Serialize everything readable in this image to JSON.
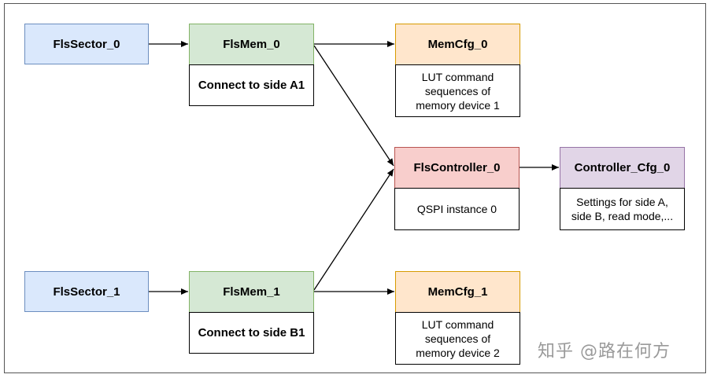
{
  "nodes": {
    "fls_sector_0": "FlsSector_0",
    "fls_mem_0": "FlsMem_0",
    "fls_mem_0_body": "Connect to side A1",
    "mem_cfg_0": "MemCfg_0",
    "mem_cfg_0_body": [
      "LUT command",
      "sequences of",
      "memory device 1"
    ],
    "fls_controller_0": "FlsController_0",
    "fls_controller_0_body": "QSPI instance 0",
    "controller_cfg_0": "Controller_Cfg_0",
    "controller_cfg_0_body": [
      "Settings for side A,",
      "side B, read mode,..."
    ],
    "fls_sector_1": "FlsSector_1",
    "fls_mem_1": "FlsMem_1",
    "fls_mem_1_body": "Connect to side B1",
    "mem_cfg_1": "MemCfg_1",
    "mem_cfg_1_body": [
      "LUT command",
      "sequences of",
      "memory device 2"
    ]
  },
  "edges": [
    {
      "from": "FlsSector_0",
      "to": "FlsMem_0"
    },
    {
      "from": "FlsMem_0",
      "to": "MemCfg_0"
    },
    {
      "from": "FlsMem_0",
      "to": "FlsController_0"
    },
    {
      "from": "FlsController_0",
      "to": "Controller_Cfg_0"
    },
    {
      "from": "FlsSector_1",
      "to": "FlsMem_1"
    },
    {
      "from": "FlsMem_1",
      "to": "MemCfg_1"
    },
    {
      "from": "FlsMem_1",
      "to": "FlsController_0"
    }
  ],
  "watermark": "知乎 @路在何方",
  "colors": {
    "sector_fill": "#dae8fc",
    "mem_fill": "#d5e8d4",
    "memcfg_fill": "#ffe6cc",
    "controller_fill": "#f8cecc",
    "controller_cfg_fill": "#e1d5e7"
  }
}
